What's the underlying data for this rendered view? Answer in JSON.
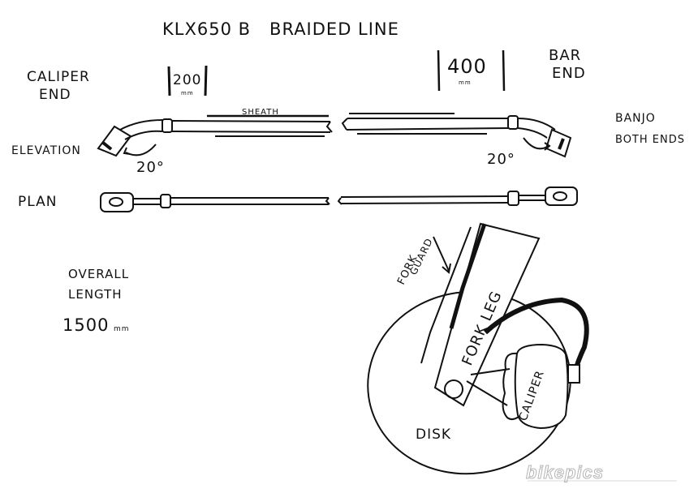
{
  "title": "KLX650 B   BRAIDED LINE",
  "labels": {
    "caliper_end_1": "CALIPER",
    "caliper_end_2": "END",
    "dim_left_value": "200",
    "dim_left_unit": "mm",
    "dim_right_value": "400",
    "dim_right_unit": "mm",
    "bar_end_1": "BAR",
    "bar_end_2": "END",
    "sheath": "SHEATH",
    "banjo_1": "BANJO",
    "banjo_2": "BOTH ENDS",
    "elevation": "ELEVATION",
    "plan": "PLAN",
    "angle_left": "20°",
    "angle_right": "20°",
    "overall_1": "OVERALL",
    "overall_2": "LENGTH",
    "overall_value": "1500",
    "overall_unit": "mm",
    "fork_guard_1": "FORK",
    "fork_guard_2": "GUARD",
    "fork_leg": "FORK LEG",
    "caliper": "CALIPER",
    "disk": "DISK"
  },
  "watermark": "bikepics",
  "colors": {
    "ink": "#111111",
    "paper": "#ffffff",
    "watermark": "#bdbdbd"
  }
}
